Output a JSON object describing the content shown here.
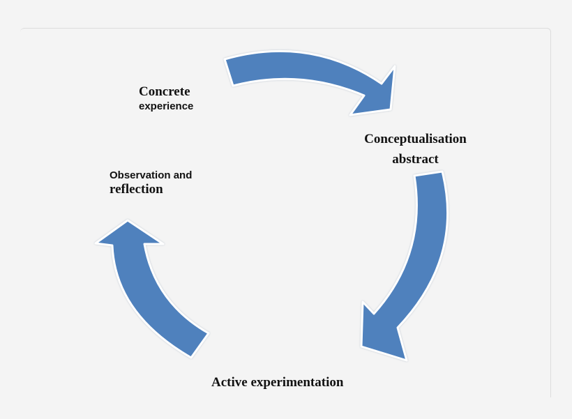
{
  "diagram": {
    "colors": {
      "arrow_fill": "#4f81bd",
      "arrow_edge": "#ffffff",
      "background": "#f4f4f4"
    },
    "nodes": {
      "concrete": {
        "line1": "Concrete",
        "line2": "experience"
      },
      "conceptualisation": {
        "line1": "Conceptualisation",
        "line2": "abstract"
      },
      "active": {
        "line1": "Active experimentation"
      },
      "observation": {
        "line1": "Observation and",
        "line2": "reflection"
      }
    },
    "arrows": [
      {
        "from": "Concrete experience",
        "to": "Conceptualisation abstract"
      },
      {
        "from": "Conceptualisation abstract",
        "to": "Active experimentation"
      },
      {
        "from": "Active experimentation",
        "to": "Observation and reflection"
      }
    ]
  }
}
